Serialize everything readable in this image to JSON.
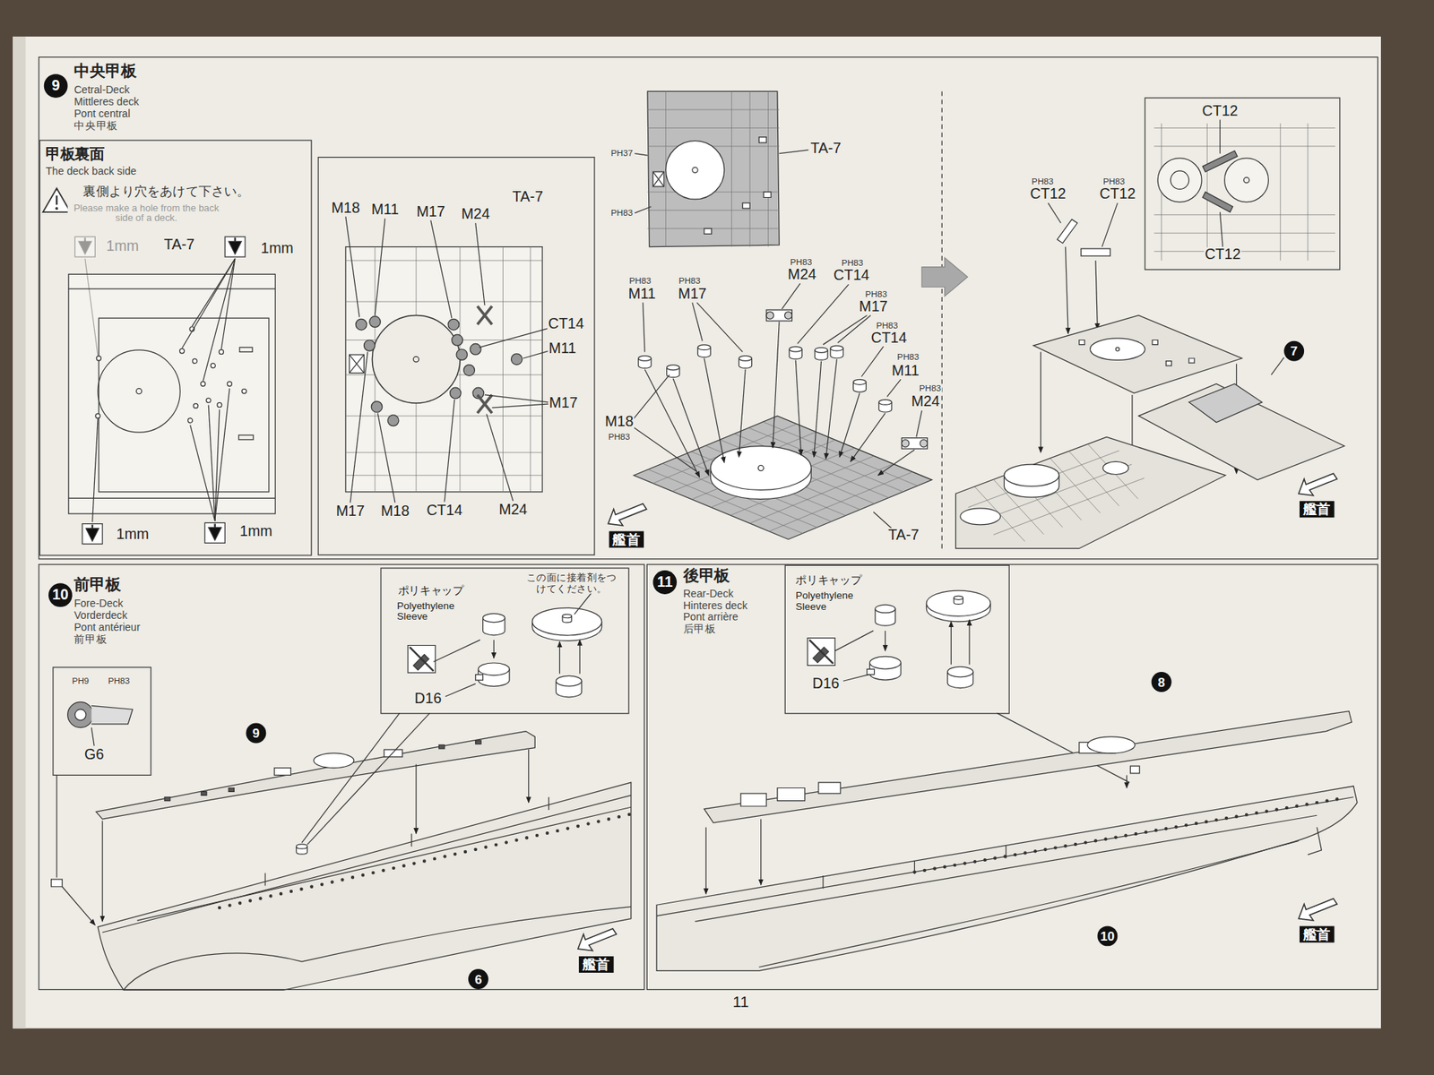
{
  "diagram": {
    "nodes": [
      {
        "text": [
          "9",
          "中央甲板",
          "Cetral-Deck",
          "Mittleres deck",
          "Pont central",
          "中央甲板"
        ]
      },
      {
        "text": [
          "甲板裏面",
          "The deck back side"
        ],
        "in": 0
      },
      {
        "text": [
          "10",
          "前甲板",
          "Fore-Deck",
          "Vorderdeck",
          "Pont antérieur",
          "前甲板"
        ]
      },
      {
        "text": [
          "ポリキャップ",
          "Polyethylene Sleeve"
        ],
        "in": 2
      },
      {
        "text": [
          "11",
          "後甲板",
          "Rear-Deck",
          "Hinteres deck",
          "Pont arrière",
          "后甲板"
        ]
      },
      {
        "text": [
          "ポリキャップ",
          "Polyethylene Sleeve"
        ],
        "in": 4
      }
    ],
    "labels": [
      "裏側より穴をあけて下さい。",
      "Please make a hole from the back side of a deck.",
      "1mm",
      "TA-7",
      "1mm",
      "1mm",
      "1mm",
      "M18",
      "M11",
      "M17",
      "M24",
      "TA-7",
      "CT14",
      "M11",
      "M17",
      "M17",
      "M18",
      "CT14",
      "M24",
      "PH37",
      "PH83",
      "TA-7",
      "PH83",
      "M11",
      "PH83",
      "M17",
      "PH83",
      "M24",
      "PH83",
      "CT14",
      "PH83",
      "M17",
      "PH83",
      "CT14",
      "PH83",
      "M11",
      "PH83",
      "M24",
      "M18",
      "PH83",
      "TA-7",
      "艦首",
      "CT12",
      "CT12",
      "PH83",
      "CT12",
      "PH83",
      "CT12",
      "7",
      "艦首",
      "PH9",
      "PH83",
      "G6",
      "9",
      "この面に接着剤をつけてください。",
      "D16",
      "6",
      "艦首",
      "D16",
      "8",
      "10",
      "艦首",
      "11"
    ]
  }
}
